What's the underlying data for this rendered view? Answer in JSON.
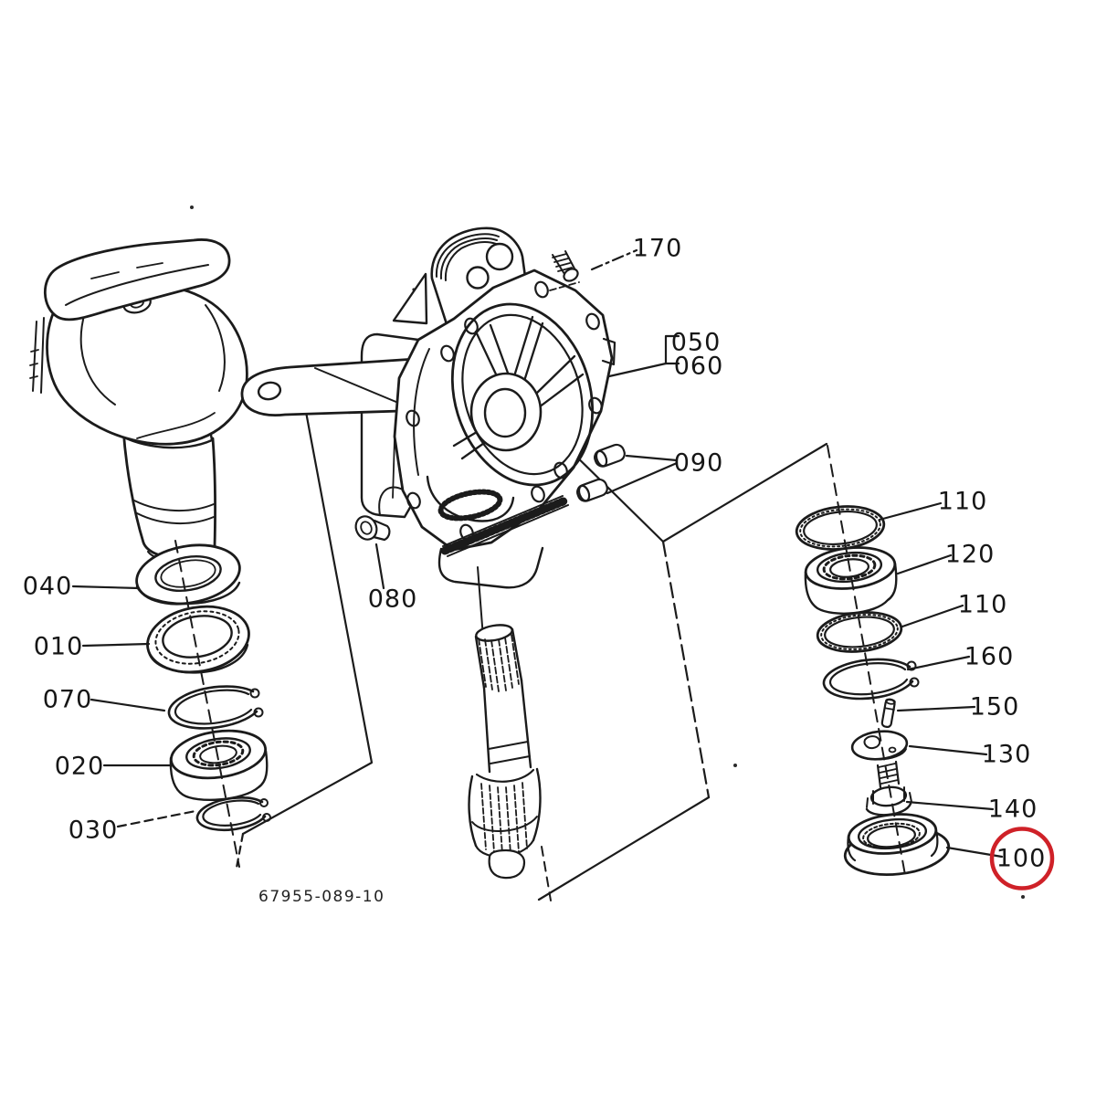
{
  "diagram": {
    "type": "exploded-parts-diagram",
    "doc_number": "67955-089-10",
    "highlighted_part_label": "100",
    "colors": {
      "background": "#ffffff",
      "line": "#1b1b1b",
      "highlight_circle": "#cf2128"
    },
    "callouts": [
      {
        "label": "170"
      },
      {
        "label": "050"
      },
      {
        "label": "060"
      },
      {
        "label": "090"
      },
      {
        "label": "080"
      },
      {
        "label": "040"
      },
      {
        "label": "010"
      },
      {
        "label": "070"
      },
      {
        "label": "020"
      },
      {
        "label": "030"
      },
      {
        "label": "110"
      },
      {
        "label": "120"
      },
      {
        "label": "110"
      },
      {
        "label": "160"
      },
      {
        "label": "150"
      },
      {
        "label": "130"
      },
      {
        "label": "140"
      },
      {
        "label": "100"
      }
    ]
  }
}
